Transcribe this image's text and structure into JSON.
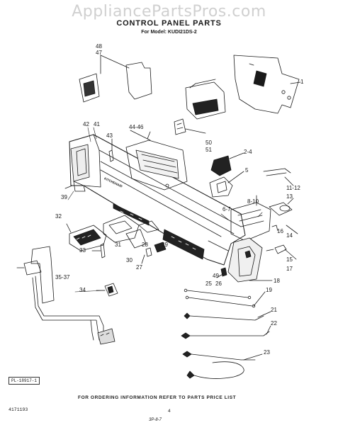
{
  "watermark": "AppliancePartsPros.com",
  "title": "CONTROL PANEL PARTS",
  "model_line": "For Model: KUDI21DS-2",
  "brand_on_panel": "KITCHENAID",
  "callouts": [
    "48",
    "47",
    "44-46",
    "42",
    "41",
    "1",
    "50",
    "51",
    "2-4",
    "5",
    "11-12",
    "13",
    "8-10",
    "6-7",
    "14",
    "16",
    "15",
    "17",
    "18",
    "19",
    "21",
    "22",
    "23",
    "25",
    "26",
    "49",
    "39",
    "43",
    "32",
    "31",
    "28",
    "29",
    "30",
    "27",
    "33",
    "35-37",
    "34"
  ],
  "plate_number": "PL-18917-1",
  "footer_note": "FOR ORDERING INFORMATION REFER TO PARTS PRICE LIST",
  "date_code": "4171193",
  "page_number": "4",
  "sheet_code": "3P-8-7"
}
